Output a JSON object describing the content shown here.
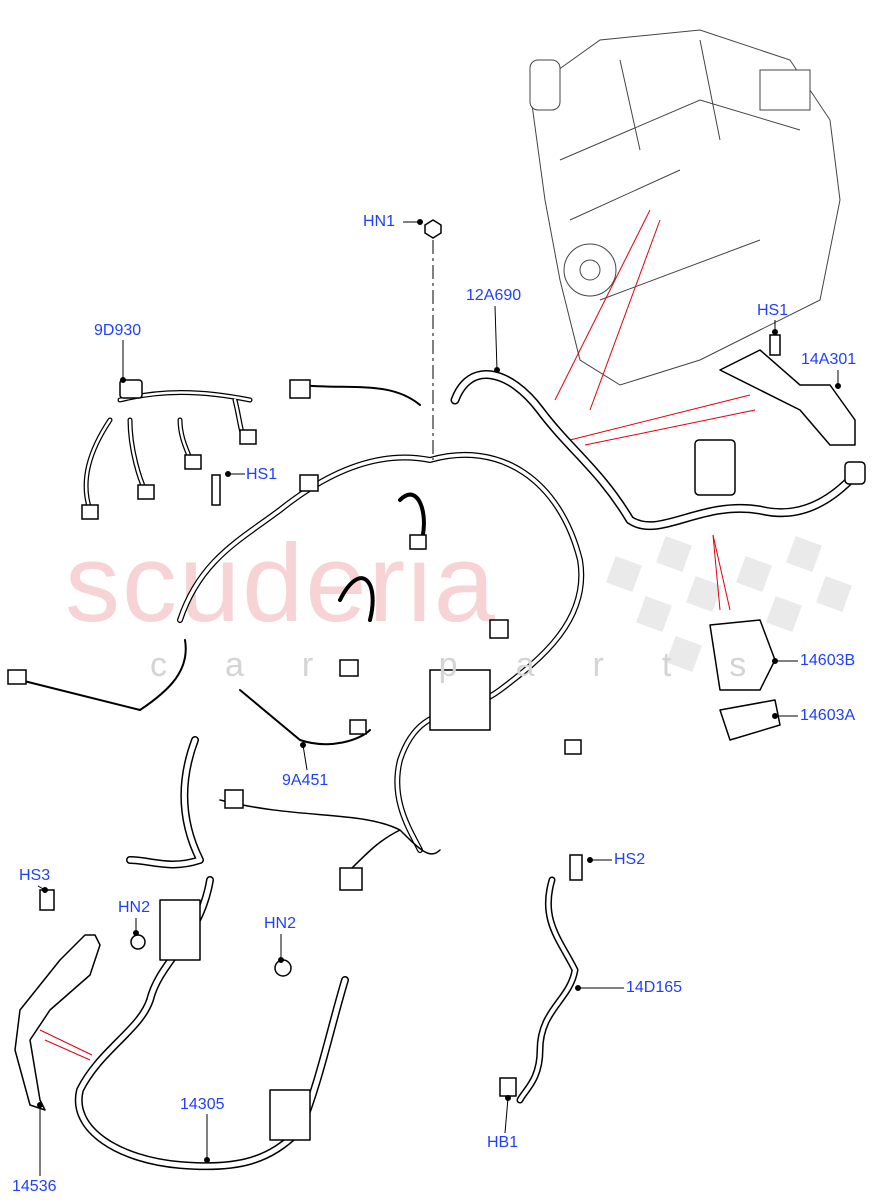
{
  "watermark": {
    "brand": "scuderia",
    "sub": "car parts"
  },
  "colors": {
    "label": "#1f3fff",
    "leader": "#000000",
    "reference_line": "#e0000f",
    "watermark": "#f6c9cc"
  },
  "callouts": [
    {
      "id": "hn1",
      "text": "HN1"
    },
    {
      "id": "p12a690",
      "text": "12A690"
    },
    {
      "id": "p9d930",
      "text": "9D930"
    },
    {
      "id": "hs1a",
      "text": "HS1"
    },
    {
      "id": "hs1b",
      "text": "HS1"
    },
    {
      "id": "p14a301",
      "text": "14A301"
    },
    {
      "id": "p14603b",
      "text": "14603B"
    },
    {
      "id": "p14603a",
      "text": "14603A"
    },
    {
      "id": "p9a451",
      "text": "9A451"
    },
    {
      "id": "hs3",
      "text": "HS3"
    },
    {
      "id": "hn2a",
      "text": "HN2"
    },
    {
      "id": "hn2b",
      "text": "HN2"
    },
    {
      "id": "hs2",
      "text": "HS2"
    },
    {
      "id": "p14d165",
      "text": "14D165"
    },
    {
      "id": "p14305",
      "text": "14305"
    },
    {
      "id": "hb1",
      "text": "HB1"
    },
    {
      "id": "p14536",
      "text": "14536"
    }
  ]
}
